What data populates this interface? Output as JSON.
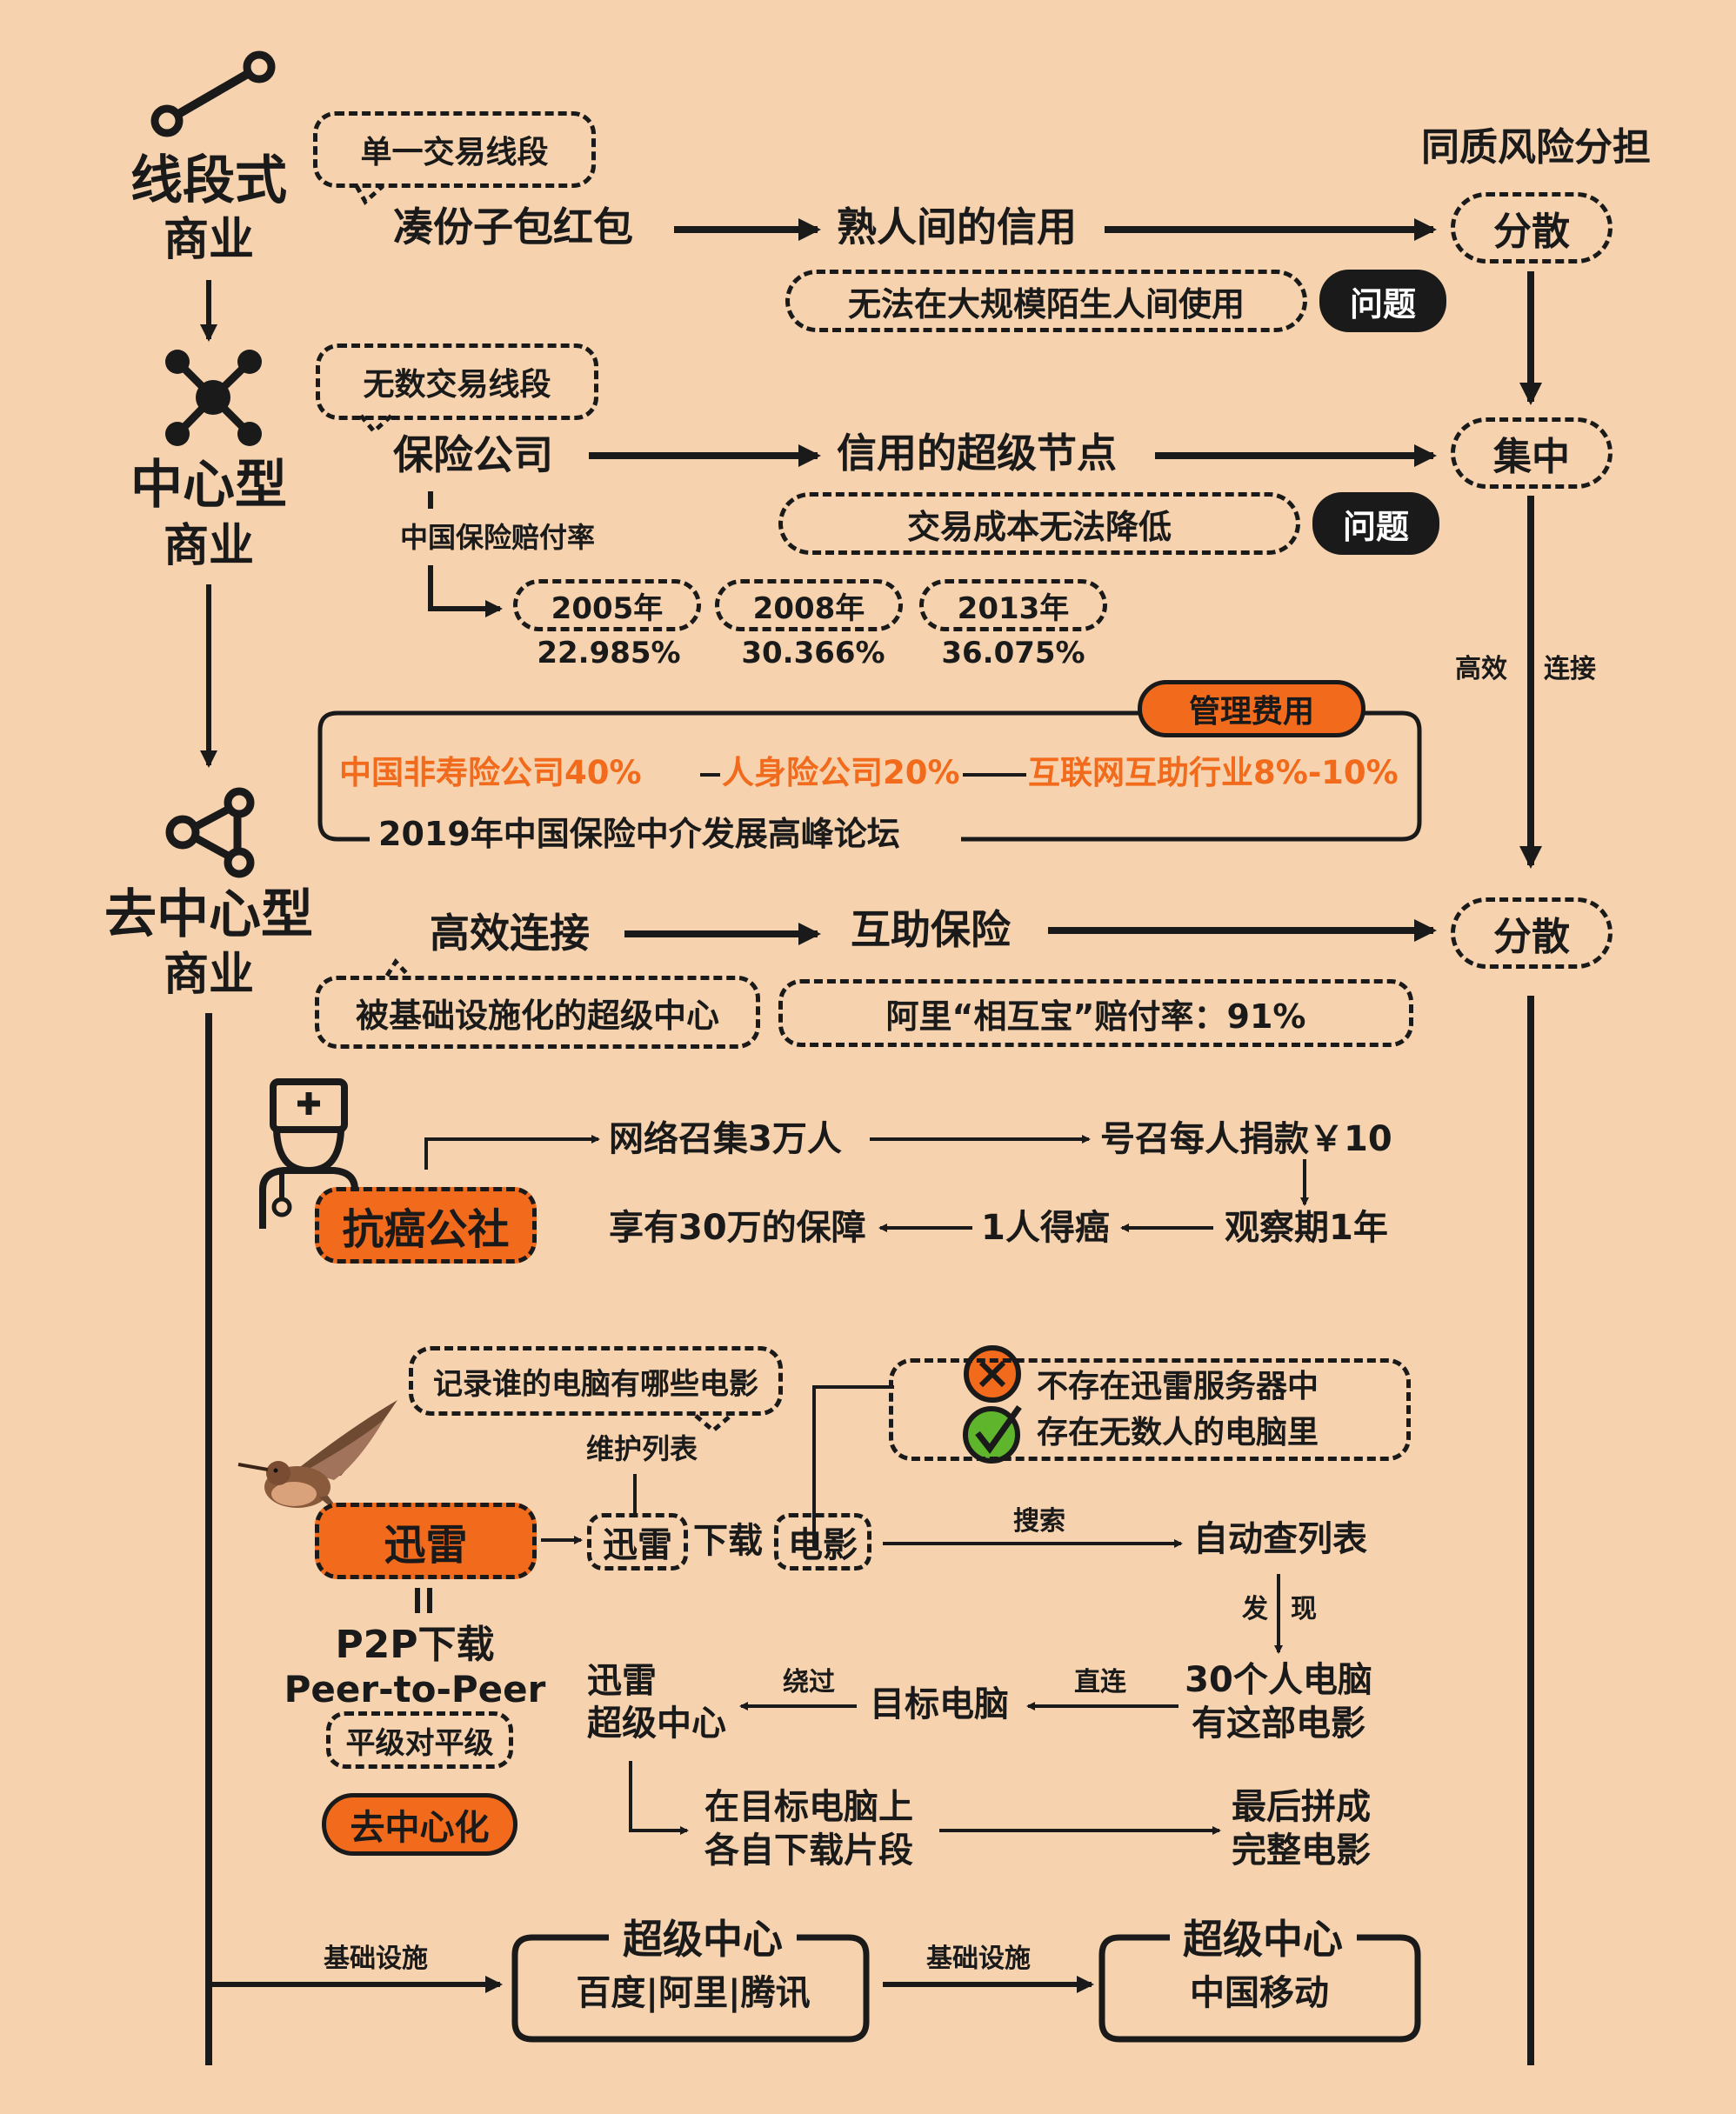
{
  "colors": {
    "background": "#f6d3ae",
    "accent": "#f26a1b",
    "ink": "#1a1a1a"
  },
  "stages": {
    "linear": {
      "line1": "线段式",
      "line2": "商业"
    },
    "central": {
      "line1": "中心型",
      "line2": "商业"
    },
    "decentral": {
      "line1": "去中心型",
      "line2": "商业"
    }
  },
  "right": {
    "title": "同质风险分担",
    "disperse_top": "分散",
    "concentrate": "集中",
    "disperse_bottom": "分散",
    "efficient": "高效",
    "connect": "连接"
  },
  "row1": {
    "tag": "单一交易线段",
    "start": "凑份子包红包",
    "mid": "熟人间的信用",
    "problem": "无法在大规模陌生人间使用",
    "problem_badge": "问题"
  },
  "row2": {
    "tag": "无数交易线段",
    "start": "保险公司",
    "mid": "信用的超级节点",
    "problem": "交易成本无法降低",
    "problem_badge": "问题",
    "ratio_label": "中国保险赔付率",
    "years": [
      {
        "year": "2005年",
        "value": "22.985%"
      },
      {
        "year": "2008年",
        "value": "30.366%"
      },
      {
        "year": "2013年",
        "value": "36.075%"
      }
    ]
  },
  "mgmt": {
    "badge": "管理费用",
    "item1": "中国非寿险公司40%",
    "item2": "人身险公司20%",
    "item3": "互联网互助行业8%-10%",
    "sep": "——",
    "source": "2019年中国保险中介发展高峰论坛"
  },
  "row3": {
    "start": "高效连接",
    "mid": "互助保险",
    "tag": "被基础设施化的超级中心",
    "ratio": "阿里“相互宝”赔付率：91%"
  },
  "cancer": {
    "badge": "抗癌公社",
    "step1": "网络召集3万人",
    "step2": "号召每人捐款￥10",
    "step3": "观察期1年",
    "step4": "1人得癌",
    "step5": "享有30万的保障"
  },
  "xunlei": {
    "note": "记录谁的电脑有哪些电影",
    "maintain": "维护列表",
    "badge": "迅雷",
    "box_xunlei": "迅雷",
    "download": "下载",
    "box_movie": "电影",
    "not_in": "不存在迅雷服务器中",
    "in": "存在无数人的电脑里",
    "search": "搜索",
    "auto_list": "自动查列表",
    "found1": "发",
    "found2": "现",
    "pc30_1": "30个人电脑",
    "pc30_2": "有这部电影",
    "direct": "直连",
    "target": "目标电脑",
    "bypass": "绕过",
    "super1": "迅雷",
    "super2": "超级中心",
    "seg1": "在目标电脑上",
    "seg2": "各自下载片段",
    "final1": "最后拼成",
    "final2": "完整电影",
    "equals": "||",
    "p2p": "P2P下载",
    "peer": "Peer-to-Peer",
    "peer_cn": "平级对平级",
    "decentral": "去中心化"
  },
  "bottom": {
    "infra1": "基础设施",
    "box1_title": "超级中心",
    "box1_body": "百度|阿里|腾讯",
    "infra2": "基础设施",
    "box2_title": "超级中心",
    "box2_body": "中国移动"
  }
}
